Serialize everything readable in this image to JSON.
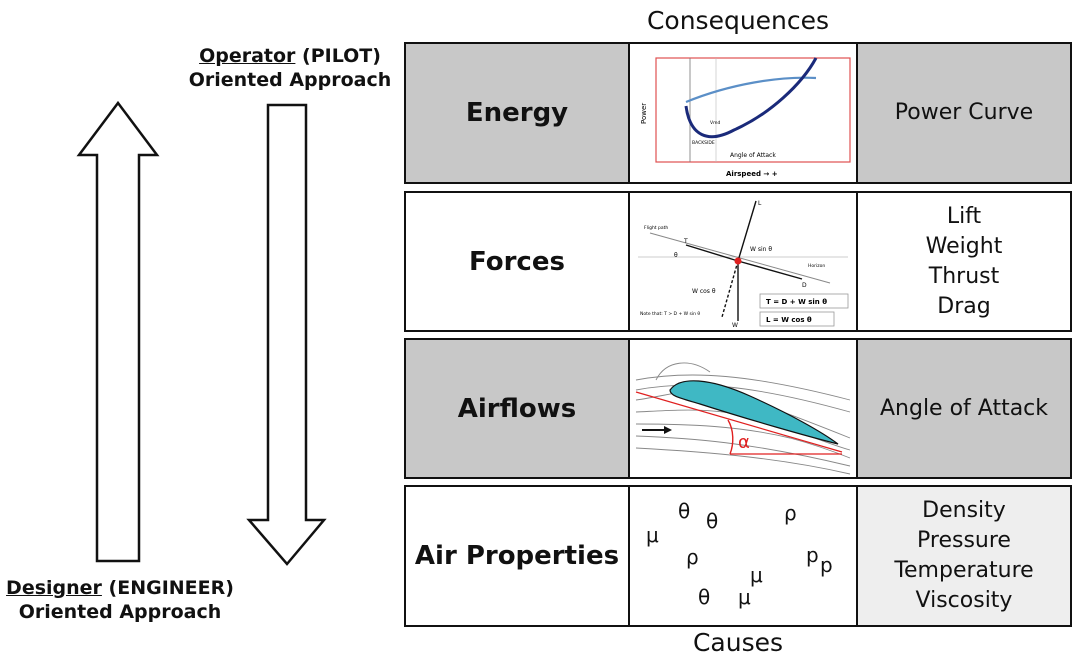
{
  "header": {
    "consequences": "Consequences",
    "causes": "Causes"
  },
  "operator": {
    "role": "Operator",
    "tag": "(PILOT)",
    "line2": "Oriented Approach"
  },
  "designer": {
    "role": "Designer",
    "tag": "(ENGINEER)",
    "line2": "Oriented Approach"
  },
  "rows": [
    {
      "label": "Energy",
      "right": [
        "Power Curve"
      ],
      "figure": {
        "ylabel": "Power",
        "xlabel": "Airspeed → +",
        "inner_label": "Angle of Attack",
        "marker": "BACKSIDE",
        "vmin": "Vmd"
      }
    },
    {
      "label": "Forces",
      "right": [
        "Lift",
        "Weight",
        "Thrust",
        "Drag"
      ],
      "figure": {
        "eq1": "T = D + W sin θ",
        "eq2": "L = W cos θ",
        "note": "Note that:\nT > D + W sin θ",
        "wsin": "W sin θ",
        "wcos": "W cos θ",
        "L": "L",
        "W": "W",
        "D": "D",
        "T": "T",
        "theta": "θ",
        "flight_path": "Flight path",
        "horizon": "Horizon"
      }
    },
    {
      "label": "Airflows",
      "right": [
        "Angle of Attack"
      ],
      "figure": {
        "alpha": "α"
      }
    },
    {
      "label": "Air Properties",
      "right": [
        "Density",
        "Pressure",
        "Temperature",
        "Viscosity"
      ],
      "figure": {
        "symbols": [
          "θ",
          "θ",
          "ρ",
          "μ",
          "ρ",
          "p",
          "p",
          "μ",
          "θ",
          "μ"
        ]
      }
    }
  ],
  "colors": {
    "gray_cell": "#c8c8c8",
    "light_cell": "#eeeeee",
    "curve_dark": "#1a2a7a",
    "curve_light": "#5b8fc7",
    "airfoil": "#3fb8c4",
    "alpha_red": "#e02020"
  }
}
